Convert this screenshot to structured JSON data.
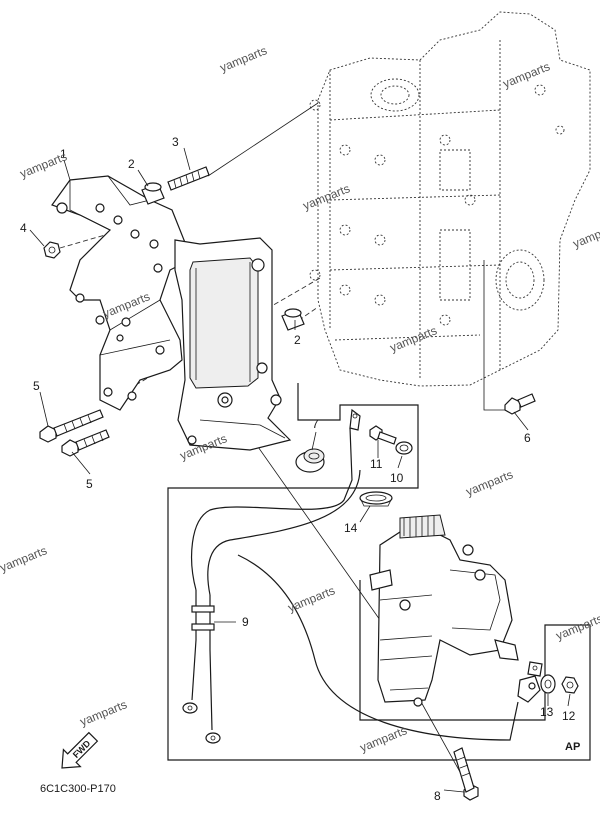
{
  "watermark": "yamparts",
  "diagram_code": "6C1C300-P170",
  "direction_label": "FWD",
  "kit_label": "AP",
  "callouts": {
    "c1": "1",
    "c2a": "2",
    "c2b": "2",
    "c3": "3",
    "c4": "4",
    "c5a": "5",
    "c5b": "5",
    "c6": "6",
    "c7": "7",
    "c8": "8",
    "c9": "9",
    "c10": "10",
    "c11": "11",
    "c12": "12",
    "c13": "13",
    "c14": "14"
  }
}
